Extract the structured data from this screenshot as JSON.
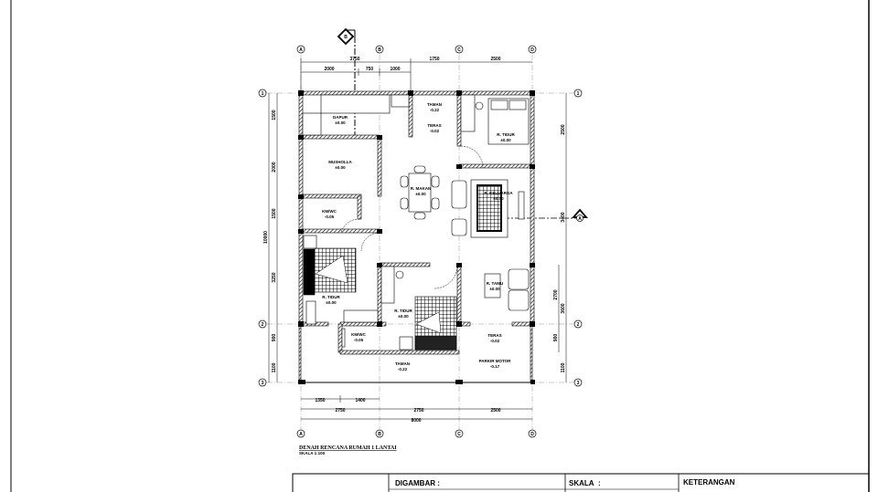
{
  "drawing": {
    "caption": "DENAH RENCANA RUMAH 1 LANTAI",
    "scale_caption": "SKALA 1:100",
    "grid_columns": [
      "A",
      "B",
      "C",
      "D"
    ],
    "grid_rows": [
      "1",
      "2",
      "3"
    ],
    "section_markers": [
      "A",
      "B"
    ]
  },
  "dimensions": {
    "top_overall": [
      "3750",
      "1750",
      "2500"
    ],
    "top_detail": [
      "2000",
      "750",
      "1000"
    ],
    "bottom_detail": [
      "1350",
      "1400"
    ],
    "bottom_main": [
      "2750",
      "2750",
      "2500"
    ],
    "bottom_overall": "8000",
    "left_overall": "10000",
    "left_detail": [
      "1500",
      "2000",
      "1500",
      "3250",
      "900",
      "1100"
    ],
    "right_outer": [
      "2500",
      "3400",
      "3600",
      "1100"
    ],
    "right_inner": [
      "2700",
      "900"
    ]
  },
  "rooms": [
    {
      "name": "DAPUR",
      "level": "±0.00"
    },
    {
      "name": "TAMAN",
      "level": "-0.22"
    },
    {
      "name": "TERAS",
      "level": "-0.02"
    },
    {
      "name": "R. TIDUR",
      "level": "±0.00"
    },
    {
      "name": "MUSHOLLA",
      "level": "±0.00"
    },
    {
      "name": "R. MAKAN",
      "level": "±0.00"
    },
    {
      "name": "R. KELUARGA",
      "level": "±0.00"
    },
    {
      "name": "KM/WC",
      "level": "-0.05"
    },
    {
      "name": "R. TIDUR",
      "level": "±0.00"
    },
    {
      "name": "R. TIDUR",
      "level": "±0.00"
    },
    {
      "name": "R. TAMU",
      "level": "±0.00"
    },
    {
      "name": "KM/WC",
      "level": "-0.05"
    },
    {
      "name": "TERAS",
      "level": "-0.02"
    },
    {
      "name": "TAMAN",
      "level": "-0.22"
    },
    {
      "name": "PARKIR MOTOR",
      "level": "-0.17"
    }
  ],
  "title_block": {
    "drawn_by_label": "DIGAMBAR :",
    "scale_label": "SKALA",
    "scale_colon": ":",
    "notes_label": "KETERANGAN"
  }
}
